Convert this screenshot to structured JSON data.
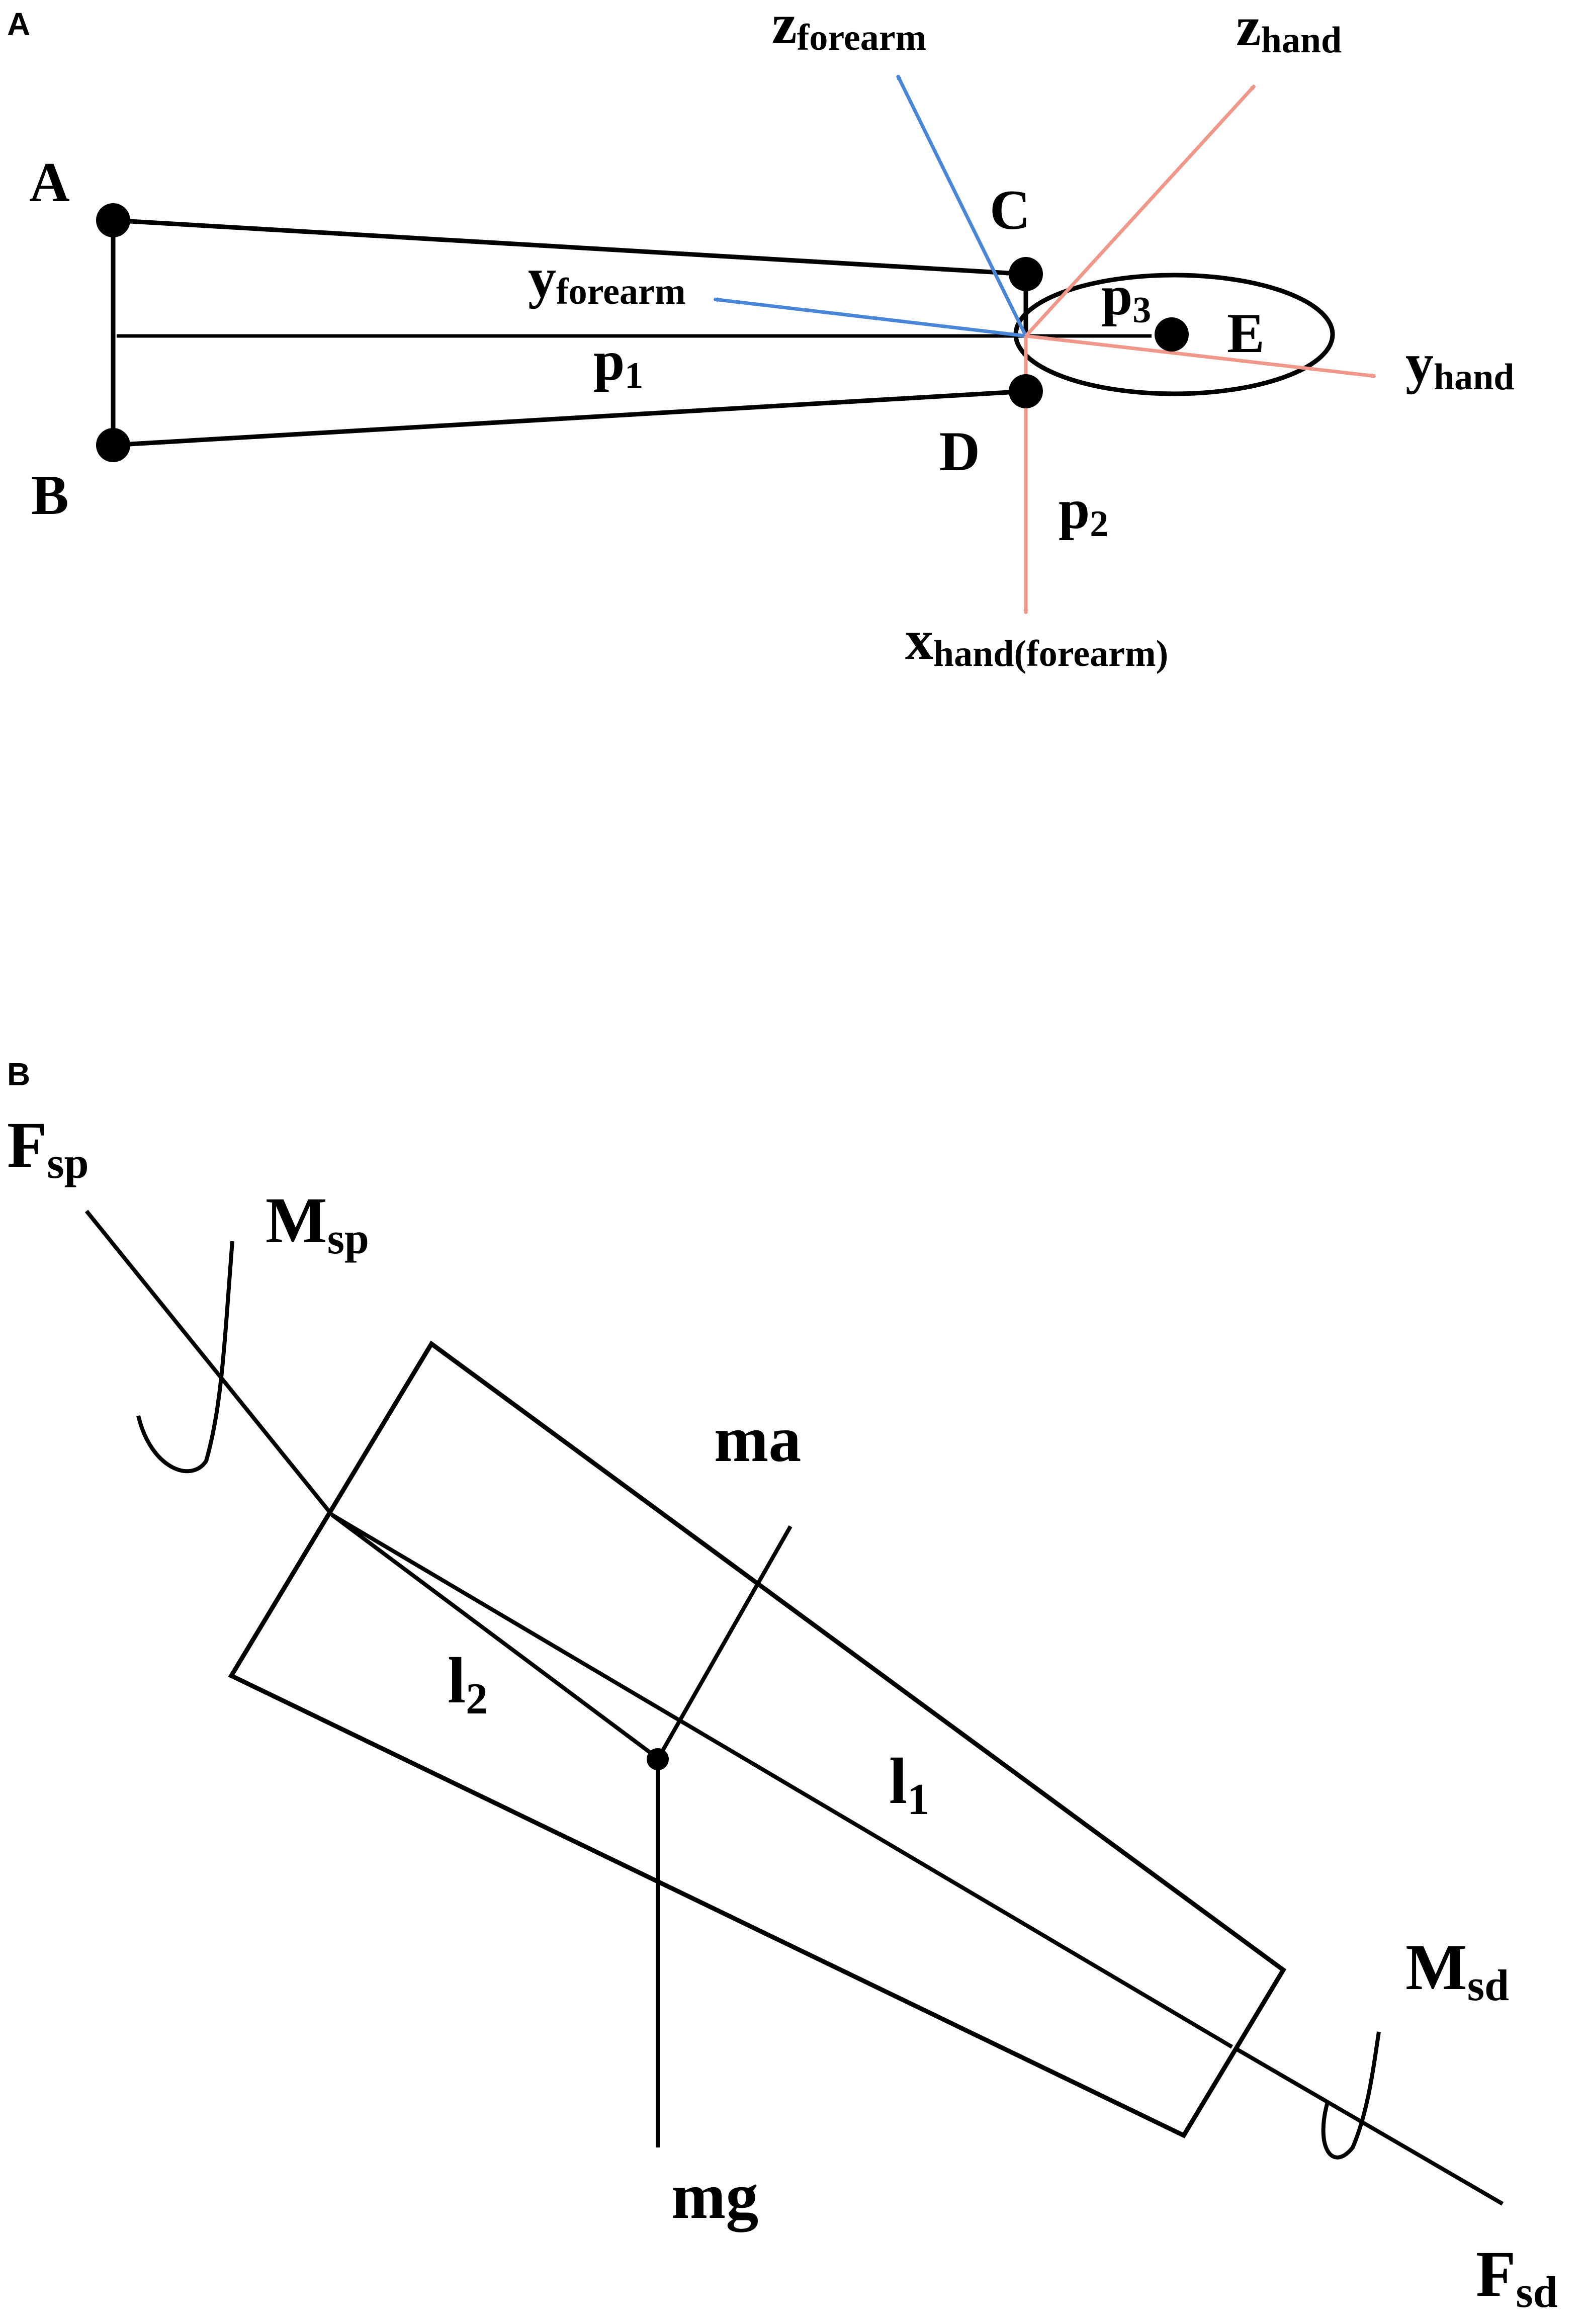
{
  "panels": {
    "a": {
      "tag": "A",
      "points": {
        "a": "A",
        "b": "B",
        "c": "C",
        "d": "D",
        "e": "E"
      },
      "vectors": {
        "p1": {
          "base": "p",
          "sub": "1"
        },
        "p2": {
          "base": "p",
          "sub": "2"
        },
        "p3": {
          "base": "p",
          "sub": "3"
        }
      },
      "axes": {
        "z_forearm": {
          "base": "z",
          "sub": "forearm",
          "color": "#4a86d8"
        },
        "y_forearm": {
          "base": "y",
          "sub": "forearm",
          "color": "#4a86d8"
        },
        "z_hand": {
          "base": "z",
          "sub": "hand",
          "color": "#f0978a"
        },
        "y_hand": {
          "base": "y",
          "sub": "hand",
          "color": "#f0978a"
        },
        "x_hand": {
          "base": "x",
          "sub": "hand(forearm)",
          "color": "#f0978a"
        }
      }
    },
    "b": {
      "tag": "B",
      "forces": {
        "fsp": {
          "base": "F",
          "sub": "sp"
        },
        "fsd": {
          "base": "F",
          "sub": "sd"
        },
        "ma": "ma",
        "mg": "mg"
      },
      "moments": {
        "msp": {
          "base": "M",
          "sub": "sp"
        },
        "msd": {
          "base": "M",
          "sub": "sd"
        }
      },
      "lengths": {
        "l1": {
          "base": "l",
          "sub": "1"
        },
        "l2": {
          "base": "l",
          "sub": "2"
        }
      }
    }
  }
}
